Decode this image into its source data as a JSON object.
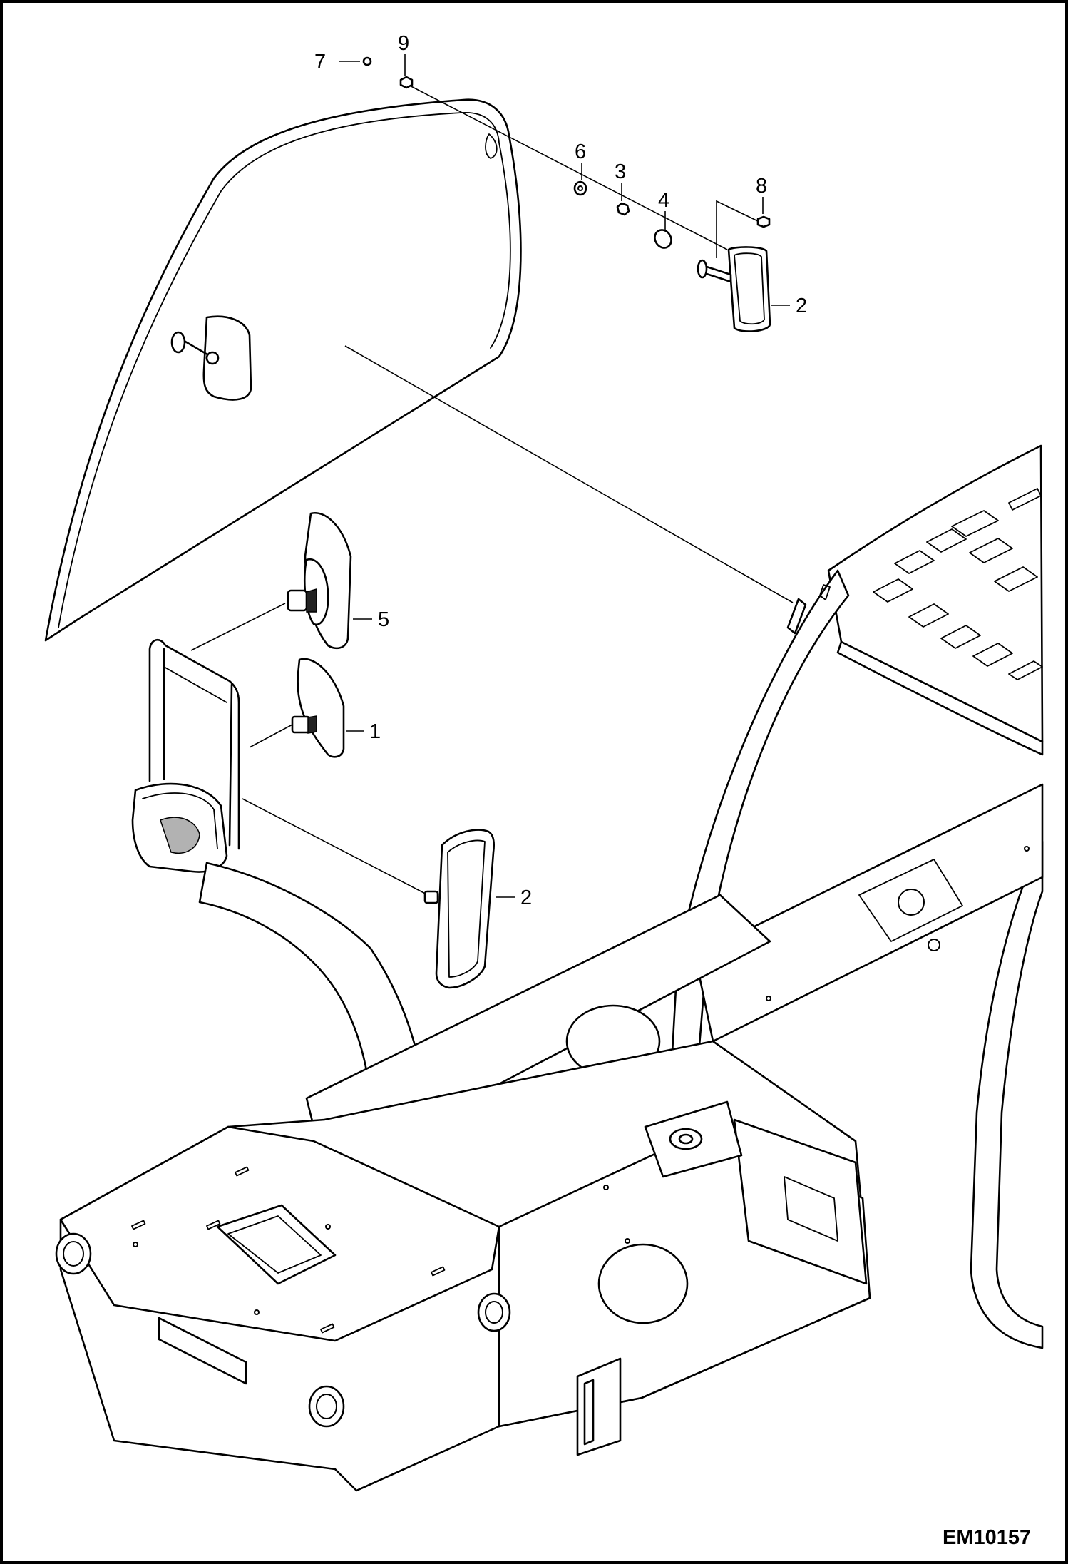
{
  "figure_id": "EM10157",
  "callouts": [
    {
      "id": "c7",
      "text": "7"
    },
    {
      "id": "c9",
      "text": "9"
    },
    {
      "id": "c6",
      "text": "6"
    },
    {
      "id": "c3",
      "text": "3"
    },
    {
      "id": "c4",
      "text": "4"
    },
    {
      "id": "c8",
      "text": "8"
    },
    {
      "id": "c2a",
      "text": "2"
    },
    {
      "id": "c5",
      "text": "5"
    },
    {
      "id": "c1",
      "text": "1"
    },
    {
      "id": "c2b",
      "text": "2"
    }
  ]
}
